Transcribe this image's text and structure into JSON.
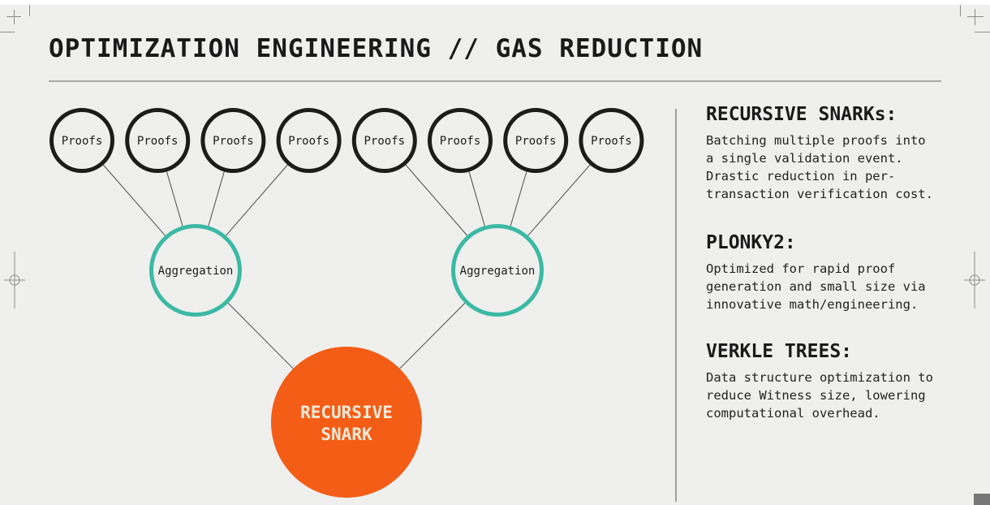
{
  "title": "OPTIMIZATION ENGINEERING // GAS REDUCTION",
  "colors": {
    "background": "#efefee",
    "proof_stroke": "#1c1c1c",
    "aggregation_stroke": "#3bb9a4",
    "root_fill": "#f45d16",
    "root_text": "#f8ead9",
    "connector": "#4a4a4a"
  },
  "diagram": {
    "proofs": [
      {
        "label": "Proofs"
      },
      {
        "label": "Proofs"
      },
      {
        "label": "Proofs"
      },
      {
        "label": "Proofs"
      },
      {
        "label": "Proofs"
      },
      {
        "label": "Proofs"
      },
      {
        "label": "Proofs"
      },
      {
        "label": "Proofs"
      }
    ],
    "aggregations": [
      {
        "label": "Aggregation",
        "children": [
          0,
          1,
          2,
          3
        ]
      },
      {
        "label": "Aggregation",
        "children": [
          4,
          5,
          6,
          7
        ]
      }
    ],
    "root": {
      "label_line1": "RECURSIVE",
      "label_line2": "SNARK",
      "children": [
        0,
        1
      ]
    }
  },
  "sections": [
    {
      "heading": "RECURSIVE SNARKs:",
      "body": "Batching multiple proofs into\na single validation event.\nDrastic reduction in per-\ntransaction verification cost."
    },
    {
      "heading": "PLONKY2:",
      "body": "Optimized for rapid proof\ngeneration and small size via\ninnovative math/engineering."
    },
    {
      "heading": "VERKLE TREES:",
      "body": "Data structure optimization to\nreduce Witness size, lowering\ncomputational overhead."
    }
  ]
}
